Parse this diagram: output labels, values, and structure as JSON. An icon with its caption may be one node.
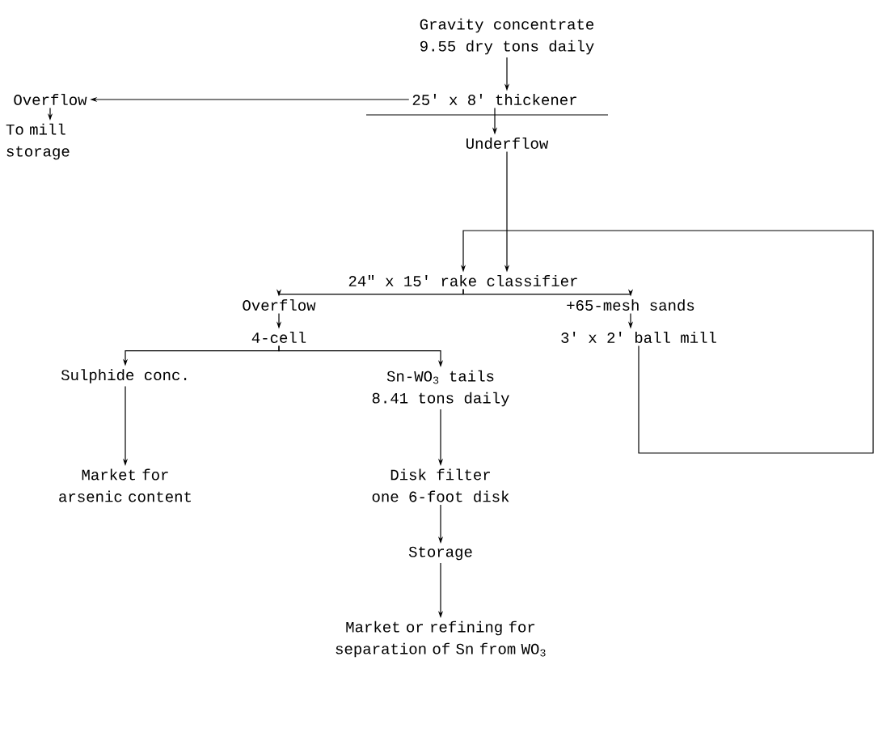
{
  "diagram": {
    "nodes": [
      {
        "text": [
          "Gravity concentrate",
          "9.55 dry tons daily"
        ]
      },
      {
        "text": [
          "25' x 8' thickener"
        ]
      },
      {
        "text": [
          "Overflow"
        ]
      },
      {
        "text": [
          "To mill storage"
        ]
      },
      {
        "text": [
          "Underflow"
        ]
      },
      {
        "text": [
          "24\" x 15' rake classifier"
        ]
      },
      {
        "text": [
          "Overflow"
        ]
      },
      {
        "text": [
          "+65-mesh sands"
        ]
      },
      {
        "text": [
          "4-cell"
        ]
      },
      {
        "text": [
          "3' x 2' ball mill"
        ]
      },
      {
        "text": [
          "Sulphide conc."
        ]
      },
      {
        "text": [
          "Sn-WO$_{3}$ tails",
          "8.41 tons daily"
        ]
      },
      {
        "text": [
          "Market for arsenic content"
        ]
      },
      {
        "text": [
          "Disk filter",
          "one 6-foot disk"
        ]
      },
      {
        "text": [
          "Storage"
        ]
      },
      {
        "text": [
          "Market or refining for separation of Sn from WO$_{3}$"
        ]
      }
    ],
    "edges": [
      {
        "from": 0,
        "to": 1,
        "arrow": "to"
      },
      {
        "from": 1,
        "to": 2,
        "arrow": "to"
      },
      {
        "from": 2,
        "to": 3,
        "arrow": "to"
      },
      {
        "from": 1,
        "to": 4,
        "arrow": "to"
      },
      {
        "from": 4,
        "to": 5,
        "arrow": "to"
      },
      {
        "from": 9,
        "to": 5,
        "arrow": "to"
      },
      {
        "from": 5,
        "to": 6,
        "arrow": "to"
      },
      {
        "from": 5,
        "to": 7,
        "arrow": "to"
      },
      {
        "from": 6,
        "to": 8,
        "arrow": "to"
      },
      {
        "from": 7,
        "to": 9,
        "arrow": "to"
      },
      {
        "from": 8,
        "to": 10,
        "arrow": "to"
      },
      {
        "from": 8,
        "to": 11,
        "arrow": "to"
      },
      {
        "from": 10,
        "to": 12,
        "arrow": "to"
      },
      {
        "from": 11,
        "to": 13,
        "arrow": "to"
      },
      {
        "from": 13,
        "to": 14,
        "arrow": "to"
      },
      {
        "from": 14,
        "to": 15,
        "arrow": "to"
      }
    ]
  }
}
